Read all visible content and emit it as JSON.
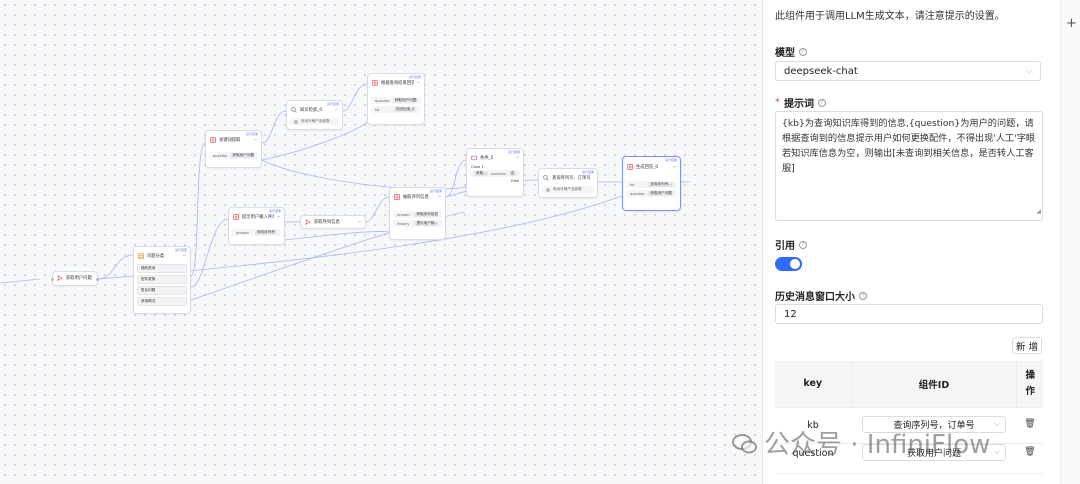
{
  "canvas": {
    "nodes": {
      "begin": {
        "title": "获取用户问题"
      },
      "categorize": {
        "title": "问题分类",
        "badge": "运行结果",
        "items": [
          "随机查询",
          "配件更换",
          "售后问题",
          "其他情况"
        ]
      },
      "keyword": {
        "title": "关键词提取",
        "badge": "运行结果",
        "param_key": "question",
        "param_val": "获取用户问题"
      },
      "retrieval": {
        "title": "知识检索_0",
        "badge": "运行结果",
        "tag": "电动牙刷产品参数"
      },
      "generate_top": {
        "title": "根据查询结果回答",
        "badge": "运行结果",
        "rows": [
          {
            "k": "question",
            "v": "获取用户问题"
          },
          {
            "k": "kb",
            "v": "知识检索_0"
          }
        ]
      },
      "prompt_user": {
        "title": "提示用户输入序列号…",
        "badge": "运行结果",
        "param_key": "answer",
        "param_val": "询问序列号"
      },
      "get_serial": {
        "title": "获取序列信息"
      },
      "extract": {
        "title": "抽取序列信息",
        "badge": "运行结果",
        "rows": [
          {
            "k": "answer",
            "v": "获取序列信息"
          },
          {
            "k": "history",
            "v": "提示用户输…"
          }
        ]
      },
      "switch": {
        "title": "条件_0",
        "badge": "运行结果",
        "case": "Case 1",
        "cond_k": "获取…",
        "cond_op": "contains",
        "cond_v": "否",
        "else": "Else"
      },
      "query": {
        "title": "查询序列号、订单号",
        "badge": "运行结果",
        "tag": "电动牙刷产品参数"
      },
      "generate_main": {
        "title": "生成回答_0",
        "badge": "运行结果",
        "rows": [
          {
            "k": "kb",
            "v": "查询序列号…"
          },
          {
            "k": "question",
            "v": "获取用户问题"
          }
        ]
      }
    }
  },
  "panel": {
    "description": "此组件用于调用LLM生成文本，请注意提示的设置。",
    "model_label": "模型",
    "model_value": "deepseek-chat",
    "prompt_label": "提示词",
    "prompt_required": "*",
    "prompt_text": "{kb}为查询知识库得到的信息,{question}为用户的问题，请根据查询到的信息提示用户如何更换配件，不得出现'人工'字眼\n若知识库信息为空，则输出[未查询到相关信息，是否转人工客服]",
    "quote_label": "引用",
    "quote_on": true,
    "history_label": "历史消息窗口大小",
    "history_value": "12",
    "add_label": "新 增",
    "table": {
      "headers": [
        "key",
        "组件ID",
        "操作"
      ],
      "rows": [
        {
          "key": "kb",
          "component": "查询序列号，订单号"
        },
        {
          "key": "question",
          "component": "获取用户问题"
        }
      ]
    }
  },
  "watermark": {
    "text": "公众号 · InfiniFlow"
  },
  "colors": {
    "accent": "#2f6bff",
    "edge": "#9aa6ff",
    "danger": "#e5484d"
  }
}
